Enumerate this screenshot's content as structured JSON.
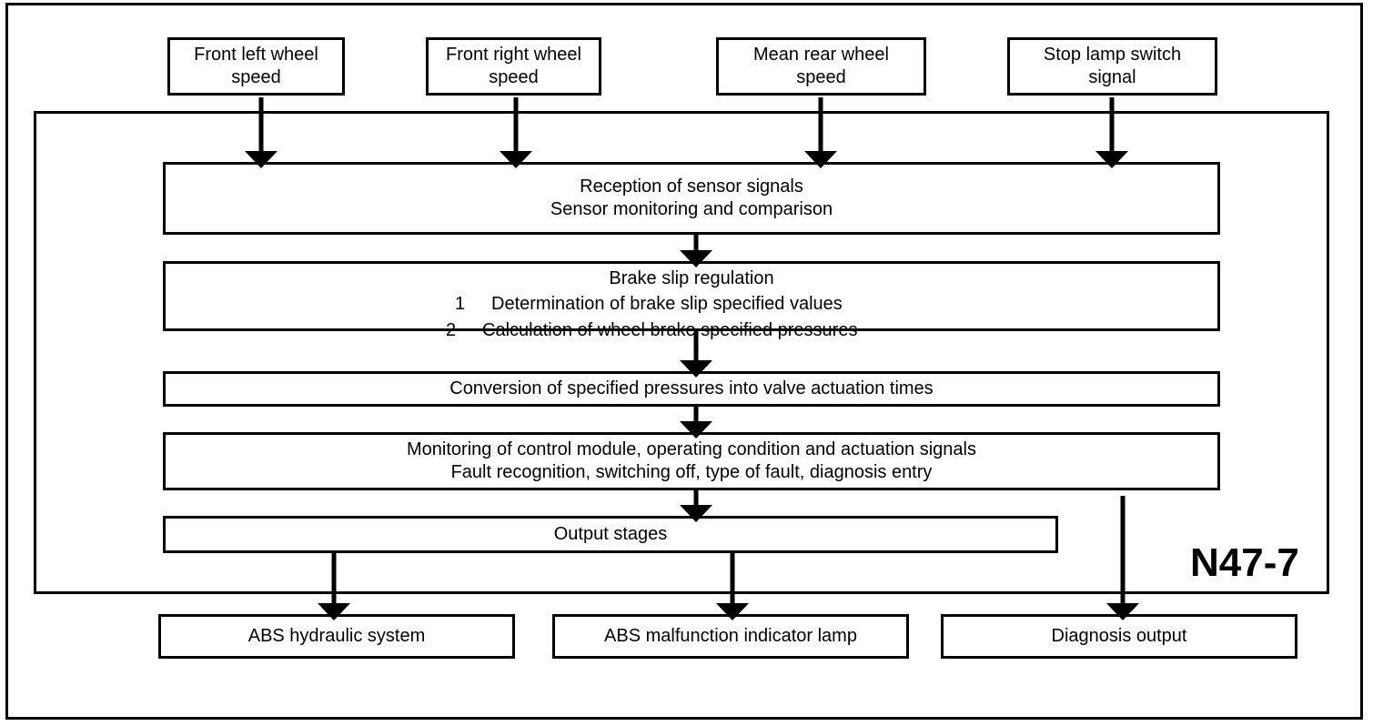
{
  "inputs": {
    "front_left": [
      "Front left wheel",
      "speed"
    ],
    "front_right": [
      "Front right wheel",
      "speed"
    ],
    "mean_rear": [
      "Mean rear wheel",
      "speed"
    ],
    "stop_lamp": [
      "Stop lamp switch",
      "signal"
    ]
  },
  "module_label": "N47-7",
  "process": {
    "reception": [
      "Reception of sensor signals",
      "Sensor monitoring and comparison"
    ],
    "brake_slip": {
      "title": "Brake slip regulation",
      "items": [
        {
          "num": "1",
          "text": "Determination of brake slip specified values"
        },
        {
          "num": "2",
          "text": "Calculation of wheel brake specified pressures"
        }
      ]
    },
    "conversion": "Conversion of specified pressures into valve actuation times",
    "monitoring": [
      "Monitoring of control module, operating condition and actuation signals",
      "Fault recognition, switching off, type of fault, diagnosis entry"
    ],
    "output_stages": "Output stages"
  },
  "outputs": {
    "hydraulic": "ABS hydraulic system",
    "lamp": "ABS malfunction indicator lamp",
    "diagnosis": "Diagnosis output"
  }
}
